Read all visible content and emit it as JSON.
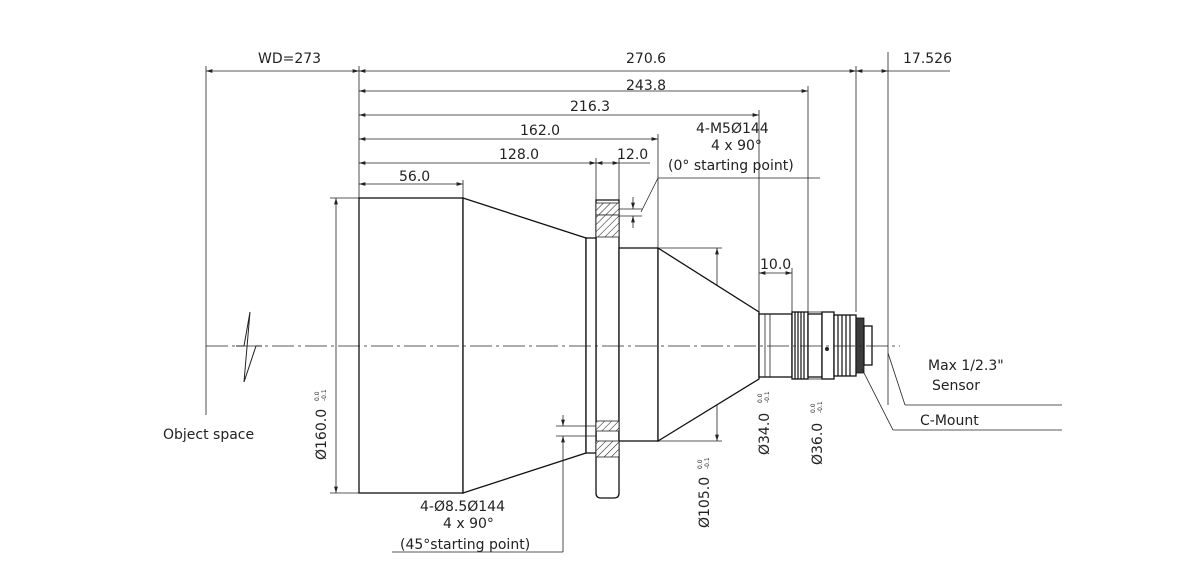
{
  "dimensions": {
    "wd": "WD=273",
    "overall": "270.6",
    "sensor_offset": "17.526",
    "d243": "243.8",
    "d216": "216.3",
    "d162": "162.0",
    "d128": "128.0",
    "d12": "12.0",
    "d56": "56.0",
    "d10": "10.0"
  },
  "diameters": {
    "d160": {
      "label": "Ø160.0",
      "tol_upper": "0.0",
      "tol_lower": "-0.1"
    },
    "d105": {
      "label": "Ø105.0",
      "tol_upper": "0.0",
      "tol_lower": "-0.1"
    },
    "d34": {
      "label": "Ø34.0",
      "tol_upper": "0.0",
      "tol_lower": "-0.1"
    },
    "d36": {
      "label": "Ø36.0",
      "tol_upper": "0.0",
      "tol_lower": "-0.1"
    }
  },
  "notes": {
    "top_hole": [
      "4-M5Ø144",
      "4 x 90°",
      "(0° starting point)"
    ],
    "bottom_hole": [
      "4-Ø8.5Ø144",
      "4 x 90°",
      "(45°starting point)"
    ],
    "sensor": [
      "Max 1/2.3\"",
      "Sensor"
    ],
    "mount": "C-Mount",
    "object_space": "Object space"
  }
}
